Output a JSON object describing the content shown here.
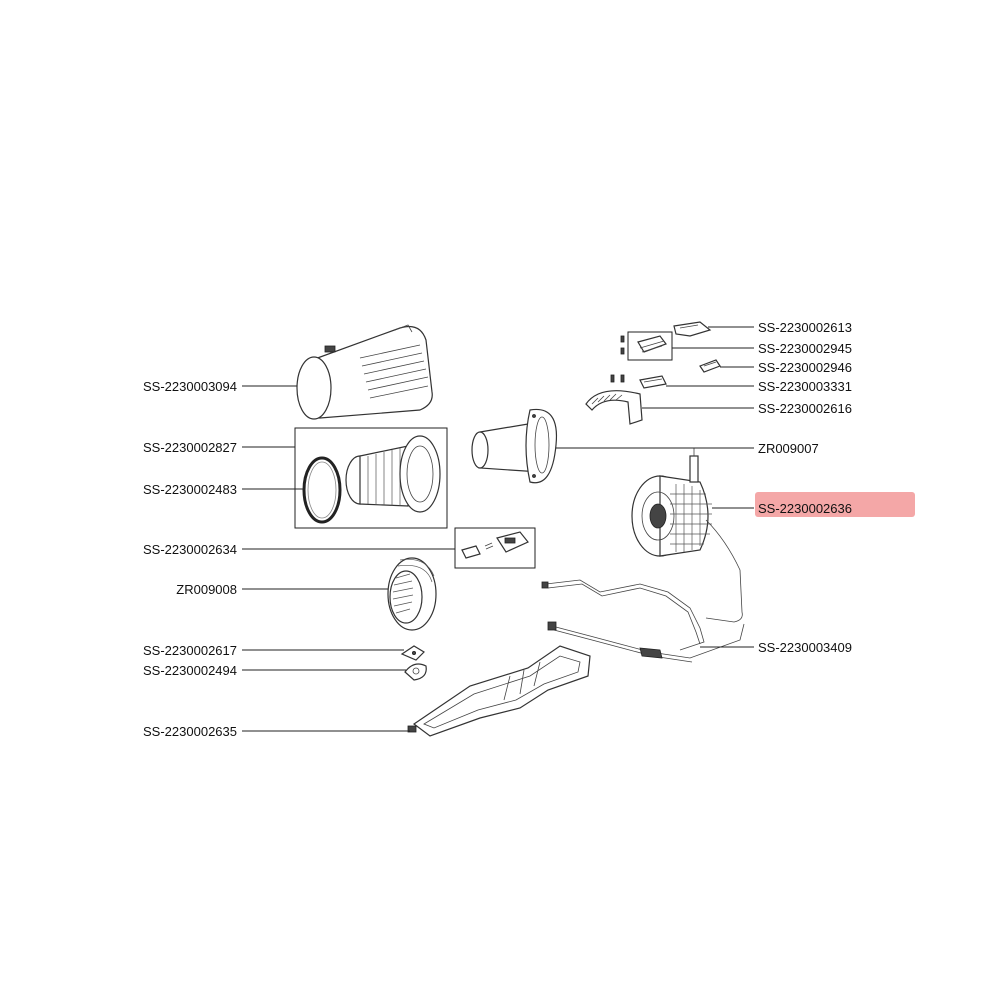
{
  "highlight": {
    "label_index": 5,
    "color": "#f08a8a"
  },
  "labels": [
    "SS-2230002613",
    "SS-2230002945",
    "SS-2230002946",
    "SS-2230003331",
    "SS-2230002616",
    "SS-2230002636",
    "SS-2230003409",
    "ZR009007",
    "SS-2230003094",
    "SS-2230002827",
    "SS-2230002483",
    "SS-2230002634",
    "ZR009008",
    "SS-2230002617",
    "SS-2230002494",
    "SS-2230002635"
  ]
}
